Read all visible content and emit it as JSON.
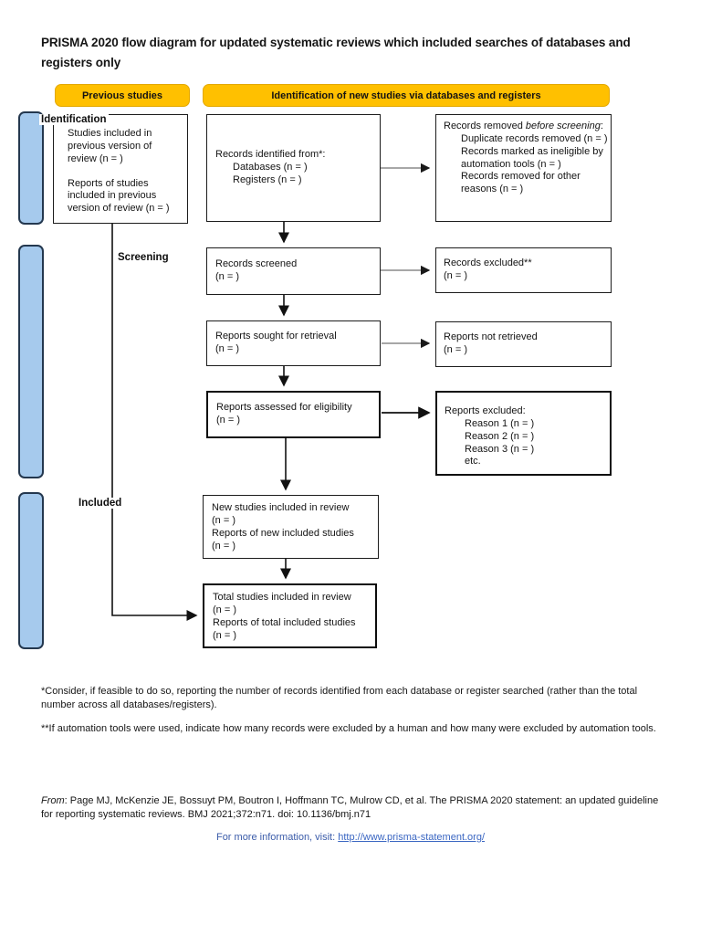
{
  "page": {
    "title": "PRISMA 2020 flow diagram for updated systematic reviews which included searches of databases and registers only"
  },
  "headers": {
    "previous_studies": "Previous studies",
    "new_studies": "Identification of new studies via databases and registers"
  },
  "stage_labels": {
    "identification": "Identification",
    "screening": "Screening",
    "included": "Included"
  },
  "boxes": {
    "previous": {
      "item1": "Studies included in previous version of review (n = )",
      "item2": "Reports of studies included in previous version of review (n = )"
    },
    "records_identified": {
      "title": "Records identified from*:",
      "sub": [
        "Databases (n = )",
        "Registers (n = )"
      ]
    },
    "records_removed": {
      "t1": "Records removed ",
      "t2": "before screening",
      "t3": ":",
      "sub": [
        "Duplicate records removed (n = )",
        "Records marked as ineligible by automation tools (n = )",
        "Records removed for other reasons (n = )"
      ]
    },
    "records_screened": {
      "l1": "Records screened",
      "l2": "(n = )"
    },
    "records_excluded": {
      "l1": "Records excluded**",
      "l2": "(n = )"
    },
    "reports_sought": {
      "l1": "Reports sought for retrieval",
      "l2": "(n = )"
    },
    "reports_not_retrieved": {
      "l1": "Reports not retrieved",
      "l2": "(n = )"
    },
    "reports_assessed": {
      "l1": "Reports assessed for eligibility",
      "l2": "(n = )"
    },
    "reports_excluded": {
      "title": "Reports excluded:",
      "sub": [
        "Reason 1 (n = )",
        "Reason 2 (n = )",
        "Reason 3 (n = )",
        "etc."
      ]
    },
    "new_studies": {
      "lines": [
        "New studies included in review",
        "(n = )",
        "Reports of new included studies",
        "(n = )"
      ]
    },
    "total_studies": {
      "lines": [
        "Total studies included in review",
        "(n = )",
        "Reports of total included studies",
        "(n = )"
      ]
    }
  },
  "footnotes": {
    "note1": "*Consider, if feasible to do so, reporting the number of records identified from each database or register searched (rather than the total number across all databases/registers).",
    "note2": "**If automation tools were used, indicate how many records were excluded by a human and how many were excluded by automation tools."
  },
  "citation": {
    "from_label": "From",
    "text": ":  Page MJ, McKenzie JE, Bossuyt PM, Boutron I, Hoffmann TC, Mulrow CD, et al. The PRISMA 2020 statement: an updated guideline for reporting systematic reviews. BMJ 2021;372:n71. doi: 10.1136/bmj.n71"
  },
  "more_info": {
    "label": "For more information, visit: ",
    "link": "http://www.prisma-statement.org/"
  },
  "colors": {
    "accent_yellow": "#FFC000",
    "bar_fill": "#A6CAED",
    "bar_border": "#24384F",
    "link_blue": "#3A66C2"
  }
}
